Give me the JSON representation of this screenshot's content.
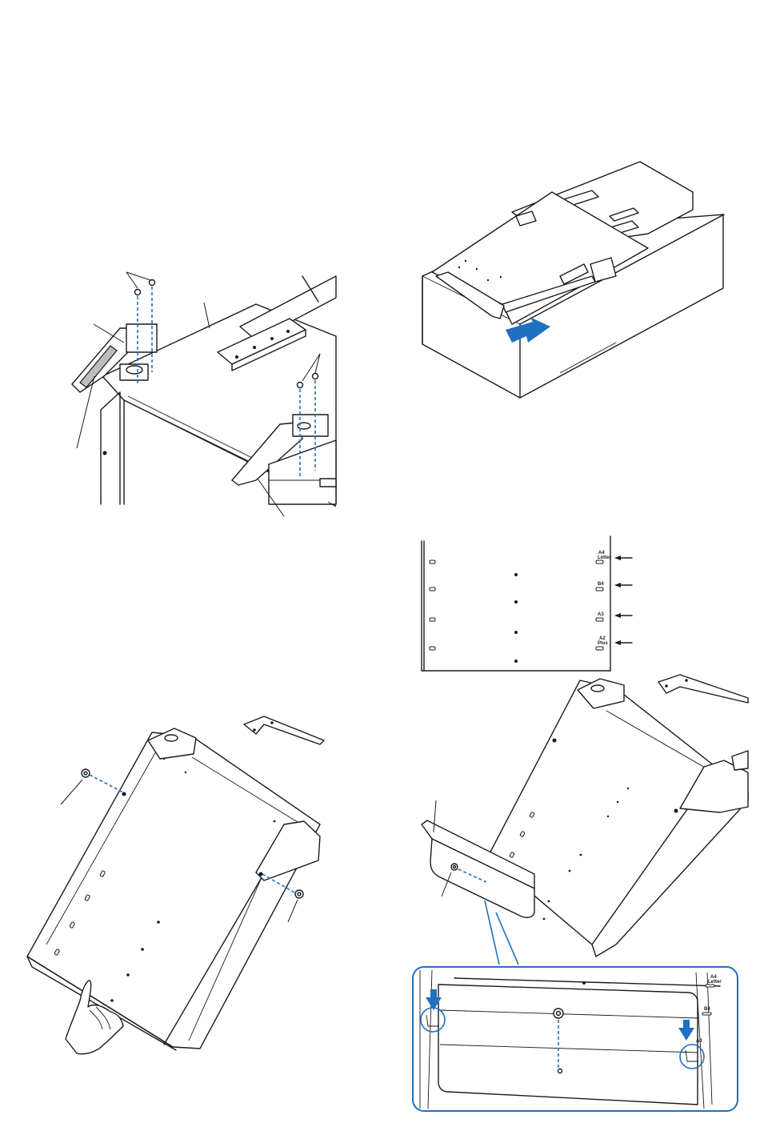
{
  "figures": [
    {
      "id": "fig-bracket-install",
      "description": ""
    },
    {
      "id": "fig-tray-slide",
      "description": ""
    },
    {
      "id": "fig-paper-size-marks",
      "description": ""
    },
    {
      "id": "fig-tray-screws",
      "description": ""
    },
    {
      "id": "fig-paper-stop",
      "description": ""
    }
  ],
  "paper_size_marks": [
    {
      "label": "A4\nLetter"
    },
    {
      "label": "B4"
    },
    {
      "label": "A3"
    },
    {
      "label": "A2\nPlus"
    }
  ],
  "detail_marks": [
    {
      "label": "A4\nLetter"
    },
    {
      "label": "B4"
    },
    {
      "label": "A3"
    }
  ],
  "colors": {
    "line": "#1a1a1a",
    "accent_blue": "#1f6fc2"
  },
  "icons": [
    "screw-icon",
    "arrow-icon",
    "hand-icon"
  ]
}
